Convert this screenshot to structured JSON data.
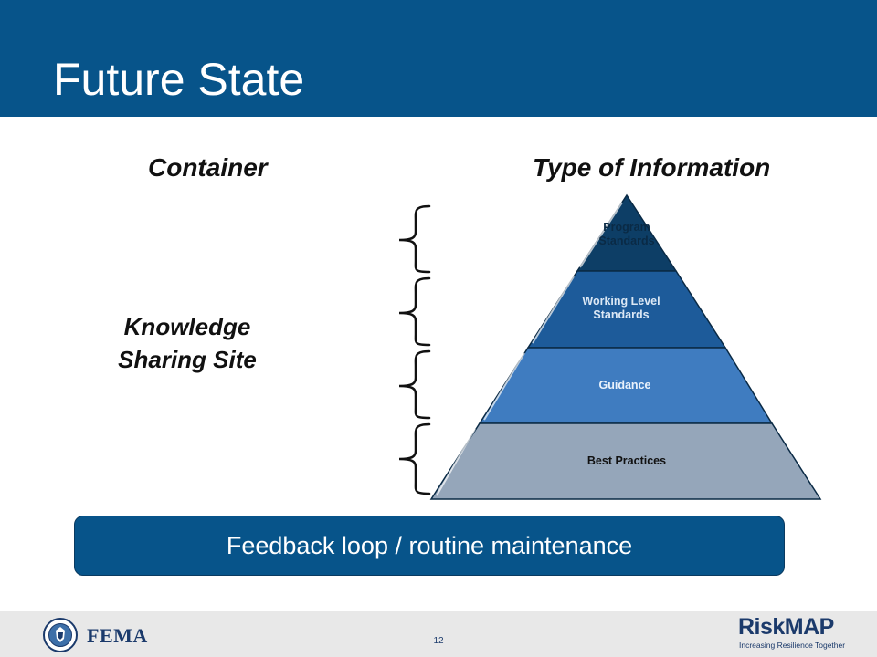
{
  "slide": {
    "title": "Future State",
    "page_number": "12"
  },
  "columns": {
    "container": "Container",
    "type_of_information": "Type of Information"
  },
  "container_label": {
    "line1": "Knowledge",
    "line2": "Sharing Site"
  },
  "pyramid": {
    "tiers": [
      {
        "line1": "Program",
        "line2": "Standards",
        "color": "#0d3e66",
        "text_color": "#0a2a45"
      },
      {
        "line1": "Working Level",
        "line2": "Standards",
        "color": "#1d5b9a",
        "text_color": "#dce8f5"
      },
      {
        "line1": "Guidance",
        "line2": "",
        "color": "#3f7cc0",
        "text_color": "#eaf2fb"
      },
      {
        "line1": "Best Practices",
        "line2": "",
        "color": "#95a6ba",
        "text_color": "#111111"
      }
    ]
  },
  "feedback": {
    "label": "Feedback loop / routine maintenance"
  },
  "footer": {
    "agency": "FEMA",
    "brand": "RiskMAP",
    "tagline": "Increasing Resilience Together"
  },
  "colors": {
    "header": "#07548a",
    "feedback": "#07548a",
    "footer": "#e8e8e8"
  }
}
